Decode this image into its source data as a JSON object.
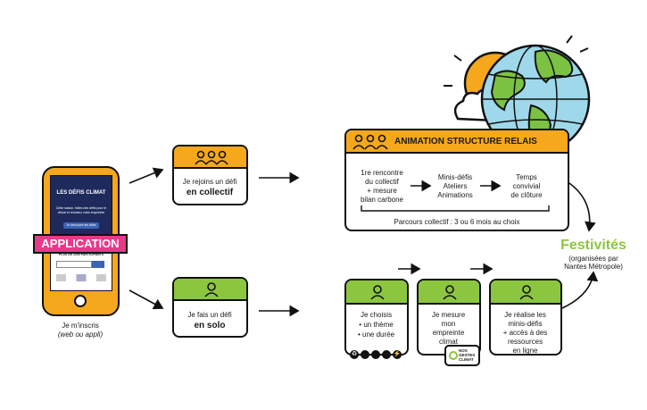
{
  "colors": {
    "orange": "#f5a81c",
    "green": "#8cc63f",
    "pink": "#e8398a",
    "navy": "#1f2a5c",
    "festivites": "#8cc63f",
    "globe_water": "#9ed8ea",
    "globe_land": "#7cc242"
  },
  "phone": {
    "app_title": "LES DÉFIS CLIMAT",
    "intro_text": "Cette saison, faites des défis pour le climat et réduisez votre empreinte",
    "cta_label": "Je découvre les défis",
    "badge": "APPLICATION",
    "form_title": "PLUS DE 2000 PARTICIPANTS",
    "caption_line1": "Je m'inscris",
    "caption_line2": "(web ou appli)"
  },
  "collectif": {
    "line1": "Je rejoins un défi",
    "line2": "en collectif",
    "icon": "group-icon"
  },
  "solo": {
    "line1": "Je fais un défi",
    "line2": "en solo",
    "icon": "person-icon"
  },
  "animation": {
    "title": "ANIMATION STRUCTURE RELAIS",
    "step1": "1re rencontre\ndu collectif\n+ mesure\nbilan carbone",
    "step2": "Minis-défis\nAteliers\nAnimations",
    "step3": "Temps\nconvivial\nde clôture",
    "parcours": "Parcours collectif : 3 ou 6 mois au choix"
  },
  "solo_steps": {
    "step1_lines": [
      "Je choisis",
      "• un thème",
      "• une durée"
    ],
    "step2_lines": [
      "Je mesure",
      "mon",
      "empreinte",
      "climat"
    ],
    "step3_lines": [
      "Je réalise les",
      "minis-défis",
      "+ accès à des",
      "ressources",
      "en ligne"
    ],
    "theme_icons": [
      "recycle-icon",
      "food-icon",
      "globe-icon",
      "bike-icon",
      "energy-icon"
    ],
    "logo_text": "NOS\nGESTES\nCLIMAT"
  },
  "festivites": {
    "title": "Festivités",
    "sub1": "(organisées par",
    "sub2": "Nantes Métropole)"
  }
}
